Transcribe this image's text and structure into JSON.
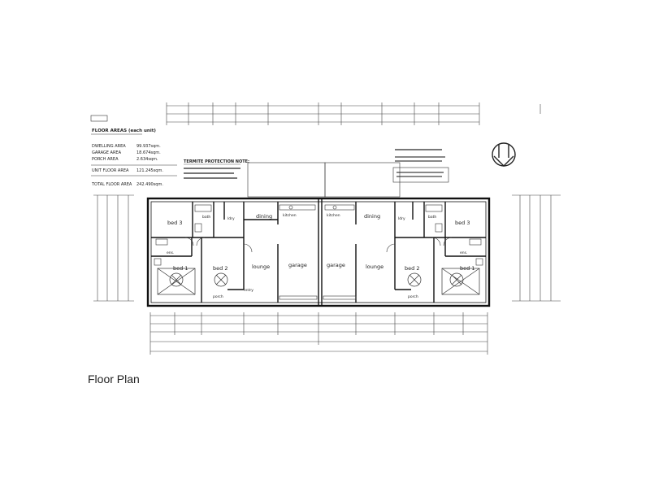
{
  "schedule": {
    "header": "FLOOR AREAS (each unit)",
    "rows": [
      {
        "label": "DWELLING AREA",
        "value": "99.937sqm."
      },
      {
        "label": "GARAGE AREA",
        "value": "18.674sqm."
      },
      {
        "label": "PORCH AREA",
        "value": "2.634sqm."
      },
      {
        "label": "UNIT FLOOR AREA",
        "value": "121.245sqm."
      },
      {
        "label": "TOTAL FLOOR AREA",
        "value": "242.490sqm."
      }
    ]
  },
  "termite_note": {
    "title": "TERMITE PROTECTION NOTE:"
  },
  "rooms": {
    "left_unit": {
      "bed3": "bed 3",
      "bath": "bath",
      "ldry": "ldry",
      "dining": "dining",
      "kitchen": "kitchen",
      "ens": "ens.",
      "bed1": "bed 1",
      "bed2": "bed 2",
      "lounge": "lounge",
      "garage": "garage",
      "entry": "entry",
      "porch": "porch"
    },
    "right_unit": {
      "kitchen": "kitchen",
      "dining": "dining",
      "ldry": "ldry",
      "bath": "bath",
      "bed3": "bed 3",
      "garage": "garage",
      "lounge": "lounge",
      "bed2": "bed 2",
      "ens": "ens.",
      "bed1": "bed 1",
      "porch": "porch"
    }
  },
  "caption": "Floor Plan"
}
